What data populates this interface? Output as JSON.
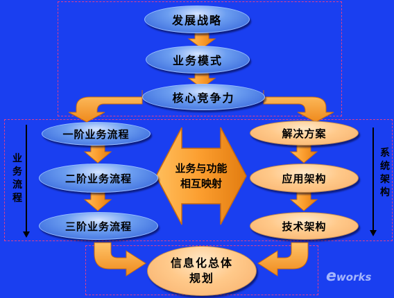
{
  "top": {
    "strategy": "发展战略",
    "model": "业务模式",
    "competency": "核心竞争力"
  },
  "left": {
    "label": "业务流程",
    "level1": "一阶业务流程",
    "level2": "二阶业务流程",
    "level3": "三阶业务流程"
  },
  "right": {
    "label": "系统架构",
    "solution": "解决方案",
    "app": "应用架构",
    "tech": "技术架构"
  },
  "center": {
    "line1": "业务与功能",
    "line2": "相互映射"
  },
  "bottom": {
    "line1": "信息化总体",
    "line2": "规划"
  },
  "logo": {
    "e": "e",
    "text": "works"
  },
  "colors": {
    "background": "#1a3ff0",
    "blue_oval": "#5b8ff0",
    "peach_oval": "#ffc98a",
    "arrow": "#f7a53a",
    "dash": "#e0408a"
  },
  "icons": [
    "down-arrow-icon",
    "curved-arrow-icon",
    "double-arrow-icon"
  ]
}
